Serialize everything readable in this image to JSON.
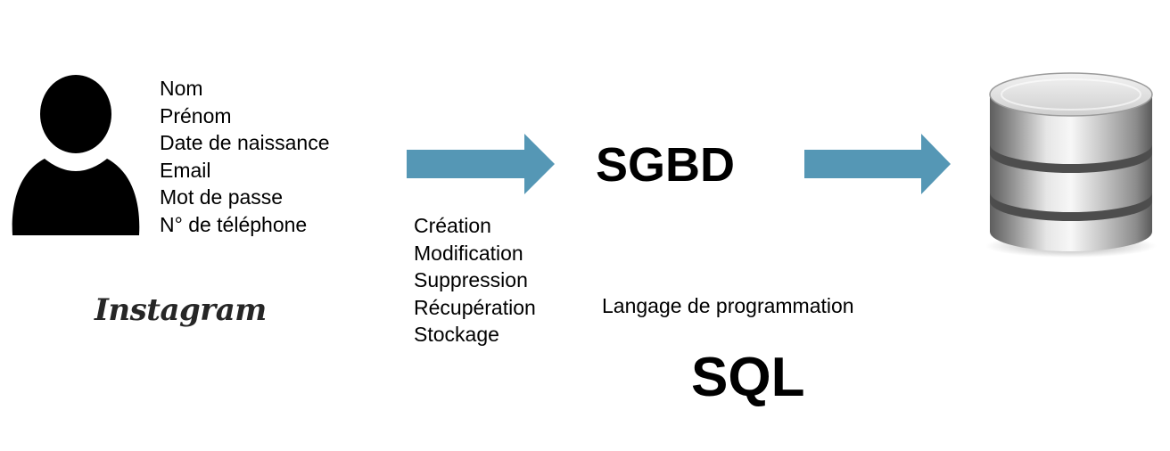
{
  "user": {
    "icon": "user-silhouette-icon",
    "fields": [
      "Nom",
      "Prénom",
      "Date de naissance",
      "Email",
      "Mot de passe",
      "N° de téléphone"
    ]
  },
  "app_logo": {
    "text": "Instagram"
  },
  "operations": [
    "Création",
    "Modification",
    "Suppression",
    "Récupération",
    "Stockage"
  ],
  "sgbd": {
    "title": "SGBD"
  },
  "language": {
    "label": "Langage de programmation",
    "name": "SQL"
  },
  "database": {
    "icon": "database-icon"
  },
  "colors": {
    "arrow": "#5597b5",
    "text": "#000000",
    "logo": "#262626"
  }
}
